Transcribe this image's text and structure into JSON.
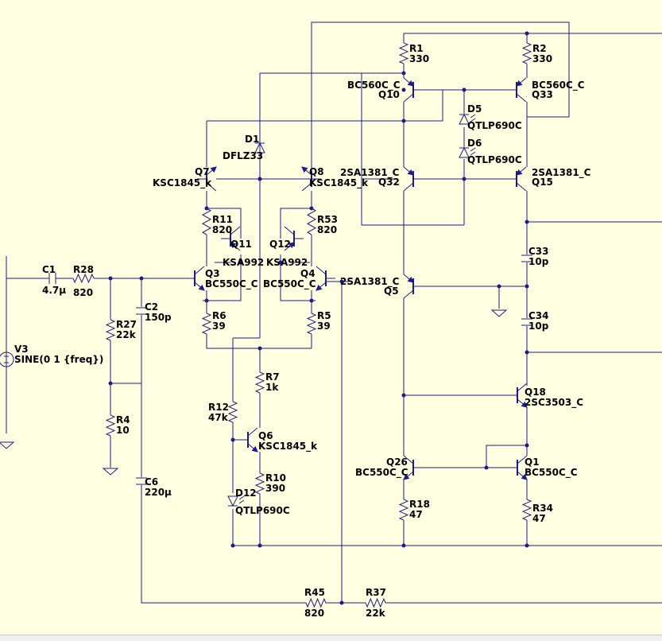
{
  "schematic": {
    "wire_color": "#1b1b8a",
    "background": "#ffffe1",
    "components": [
      {
        "id": "C1",
        "ref": "C1",
        "value": "4.7µ"
      },
      {
        "id": "R28",
        "ref": "R28",
        "value": "820"
      },
      {
        "id": "V3",
        "ref": "V3",
        "value": "SINE(0 1 {freq})"
      },
      {
        "id": "R27",
        "ref": "R27",
        "value": "22k"
      },
      {
        "id": "R4",
        "ref": "R4",
        "value": "10"
      },
      {
        "id": "C2",
        "ref": "C2",
        "value": "150p"
      },
      {
        "id": "C6",
        "ref": "C6",
        "value": "220µ"
      },
      {
        "id": "Q7",
        "ref": "Q7",
        "value": "KSC1845_k"
      },
      {
        "id": "Q8",
        "ref": "Q8",
        "value": "KSC1845_k"
      },
      {
        "id": "D1",
        "ref": "D1",
        "value": "DFLZ33"
      },
      {
        "id": "R11",
        "ref": "R11",
        "value": "820"
      },
      {
        "id": "R53",
        "ref": "R53",
        "value": "820"
      },
      {
        "id": "Q11",
        "ref": "Q11",
        "value": "KSA992"
      },
      {
        "id": "Q12",
        "ref": "Q12",
        "value": "KSA992"
      },
      {
        "id": "Q3",
        "ref": "Q3",
        "value": "BC550C_C"
      },
      {
        "id": "Q4",
        "ref": "Q4",
        "value": "BC550C_C"
      },
      {
        "id": "R6",
        "ref": "R6",
        "value": "39"
      },
      {
        "id": "R5",
        "ref": "R5",
        "value": "39"
      },
      {
        "id": "R7",
        "ref": "R7",
        "value": "1k"
      },
      {
        "id": "R12",
        "ref": "R12",
        "value": "47k"
      },
      {
        "id": "Q6",
        "ref": "Q6",
        "value": "KSC1845_k"
      },
      {
        "id": "R10",
        "ref": "R10",
        "value": "390"
      },
      {
        "id": "D12",
        "ref": "D12",
        "value": "QTLP690C"
      },
      {
        "id": "R1",
        "ref": "R1",
        "value": "330"
      },
      {
        "id": "R2",
        "ref": "R2",
        "value": "330"
      },
      {
        "id": "Q10",
        "ref": "Q10",
        "value": "BC560C_C"
      },
      {
        "id": "Q33",
        "ref": "Q33",
        "value": "BC560C_C"
      },
      {
        "id": "D5",
        "ref": "D5",
        "value": "QTLP690C"
      },
      {
        "id": "D6",
        "ref": "D6",
        "value": "QTLP690C"
      },
      {
        "id": "Q32",
        "ref": "Q32",
        "value": "2SA1381_C"
      },
      {
        "id": "Q15",
        "ref": "Q15",
        "value": "2SA1381_C"
      },
      {
        "id": "Q5",
        "ref": "Q5",
        "value": "2SA1381_C"
      },
      {
        "id": "C33",
        "ref": "C33",
        "value": "10p"
      },
      {
        "id": "C34",
        "ref": "C34",
        "value": "10p"
      },
      {
        "id": "Q18",
        "ref": "Q18",
        "value": "2SC3503_C"
      },
      {
        "id": "Q26",
        "ref": "Q26",
        "value": "BC550C_C"
      },
      {
        "id": "Q1",
        "ref": "Q1",
        "value": "BC550C_C"
      },
      {
        "id": "R18",
        "ref": "R18",
        "value": "47"
      },
      {
        "id": "R34",
        "ref": "R34",
        "value": "47"
      },
      {
        "id": "R45",
        "ref": "R45",
        "value": "820"
      },
      {
        "id": "R37",
        "ref": "R37",
        "value": "22k"
      }
    ]
  }
}
